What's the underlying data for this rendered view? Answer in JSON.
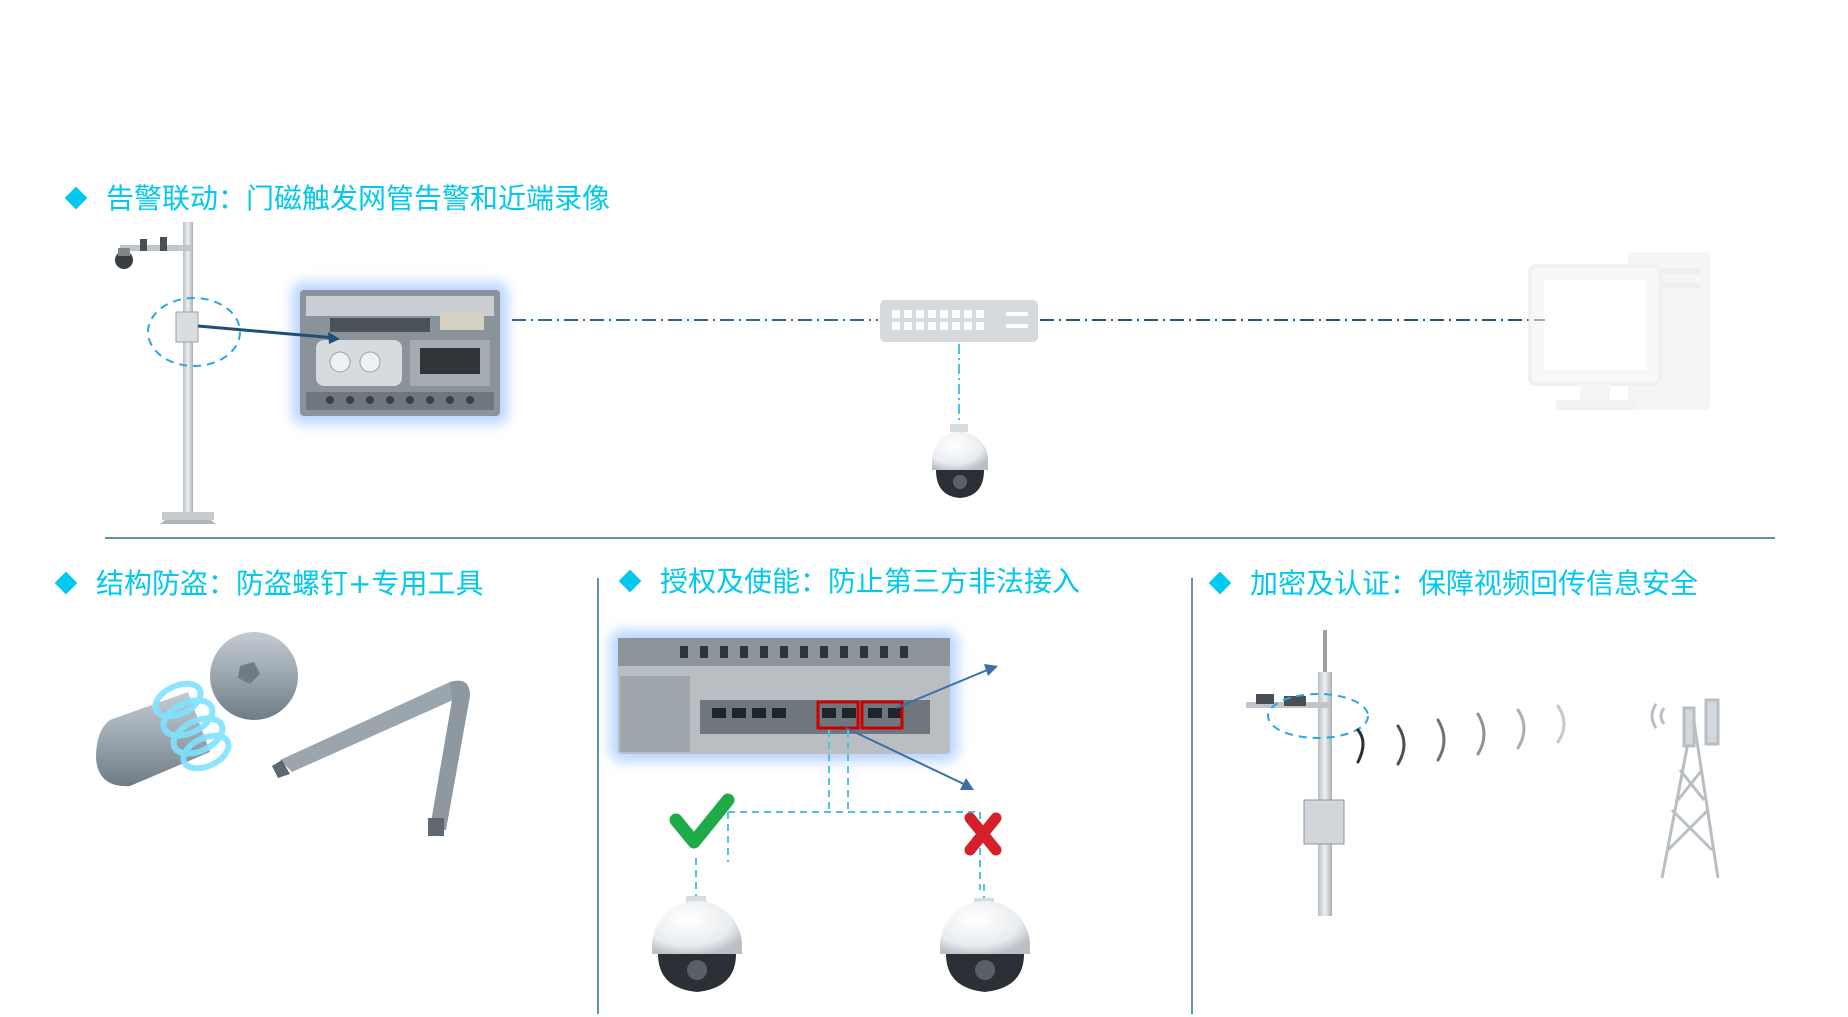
{
  "sections": {
    "alarm": {
      "title": "告警联动：门磁触发网管告警和近端录像"
    },
    "anti_theft": {
      "title": "结构防盗：防盗螺钉+专用工具"
    },
    "authorization": {
      "title": "授权及使能：防止第三方非法接入"
    },
    "encryption": {
      "title": "加密及认证：保障视频回传信息安全"
    }
  },
  "colors": {
    "accent": "#00c8ee",
    "divider": "#5b8fa8",
    "ok": "#1faa4a",
    "deny": "#d4202a",
    "highlight": "#cc0000"
  },
  "icons": [
    "diamond-bullet-icon",
    "check-icon",
    "cross-icon",
    "radio-wave-icon"
  ]
}
